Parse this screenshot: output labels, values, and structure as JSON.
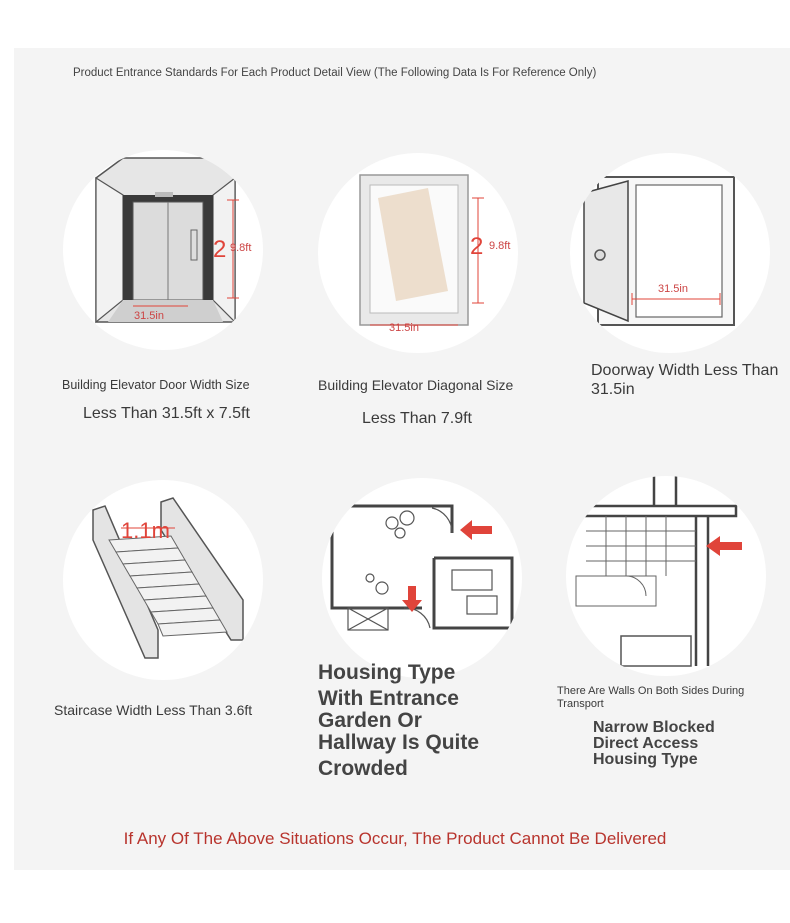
{
  "header": "Product Entrance Standards For Each Product Detail View (The Following Data Is For Reference Only)",
  "panels": [
    {
      "title": "Building Elevator Door Width Size",
      "value": "Less Than 31.5ft x 7.5ft",
      "dims": {
        "height_digit": "2",
        "height": "9.8ft",
        "width": "31.5in"
      }
    },
    {
      "title": "Building Elevator Diagonal Size",
      "value": "Less Than 7.9ft",
      "dims": {
        "height_digit": "2",
        "height": "9.8ft",
        "width": "31.5in"
      }
    },
    {
      "title": "Doorway Width Less Than",
      "value": "31.5in",
      "dims": {
        "width": "31.5in"
      }
    },
    {
      "title": "Staircase Width Less Than 3.6ft",
      "dims": {
        "width": "1.1m"
      }
    },
    {
      "title_lines": [
        "Housing Type",
        "With Entrance",
        "Garden Or",
        "Hallway Is Quite",
        "Crowded"
      ]
    },
    {
      "subtitle_lines": [
        "There Are Walls On Both Sides During",
        "Transport"
      ],
      "title_lines": [
        "Narrow Blocked",
        "Direct Access",
        "Housing Type"
      ]
    }
  ],
  "footer_warning": "If Any Of The Above Situations Occur, The Product Cannot Be Delivered",
  "colors": {
    "accent_red": "#e0443a",
    "warning_red": "#b8342d",
    "panel_bg": "#f4f4f4"
  }
}
